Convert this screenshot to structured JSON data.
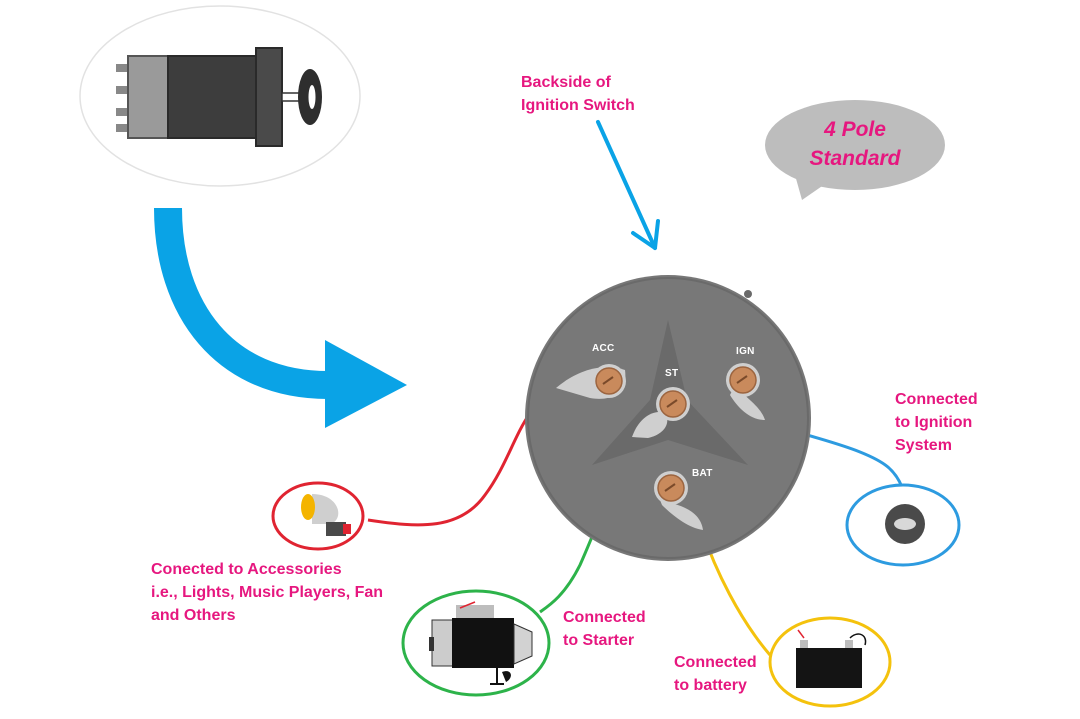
{
  "callout": {
    "text": "4 Pole\nStandard"
  },
  "labels": {
    "backside": "Backside of\nIgnition Switch",
    "ignition": "Connected\nto Ignition\nSystem",
    "accessories": "Conected to Accessories\ni.e., Lights, Music Players, Fan\nand Others",
    "starter": "Connected\nto Starter",
    "battery": "Connected\nto battery"
  },
  "terminals": {
    "acc": "ACC",
    "st": "ST",
    "ign": "IGN",
    "bat": "BAT"
  },
  "colors": {
    "label": "#e6177f",
    "arrow": "#0aa3e6",
    "wire_acc": "#e02431",
    "wire_st": "#2db34a",
    "wire_ign": "#2d9be0",
    "wire_bat": "#f4c20d",
    "switch_body": "#777777",
    "terminal": "#c98a5c"
  },
  "icons": {
    "switch": "ignition-switch-side-icon",
    "accessory": "headlight-bulb-icon",
    "ignition": "ignition-coil-icon",
    "starter": "starter-motor-icon",
    "battery": "car-battery-icon"
  }
}
